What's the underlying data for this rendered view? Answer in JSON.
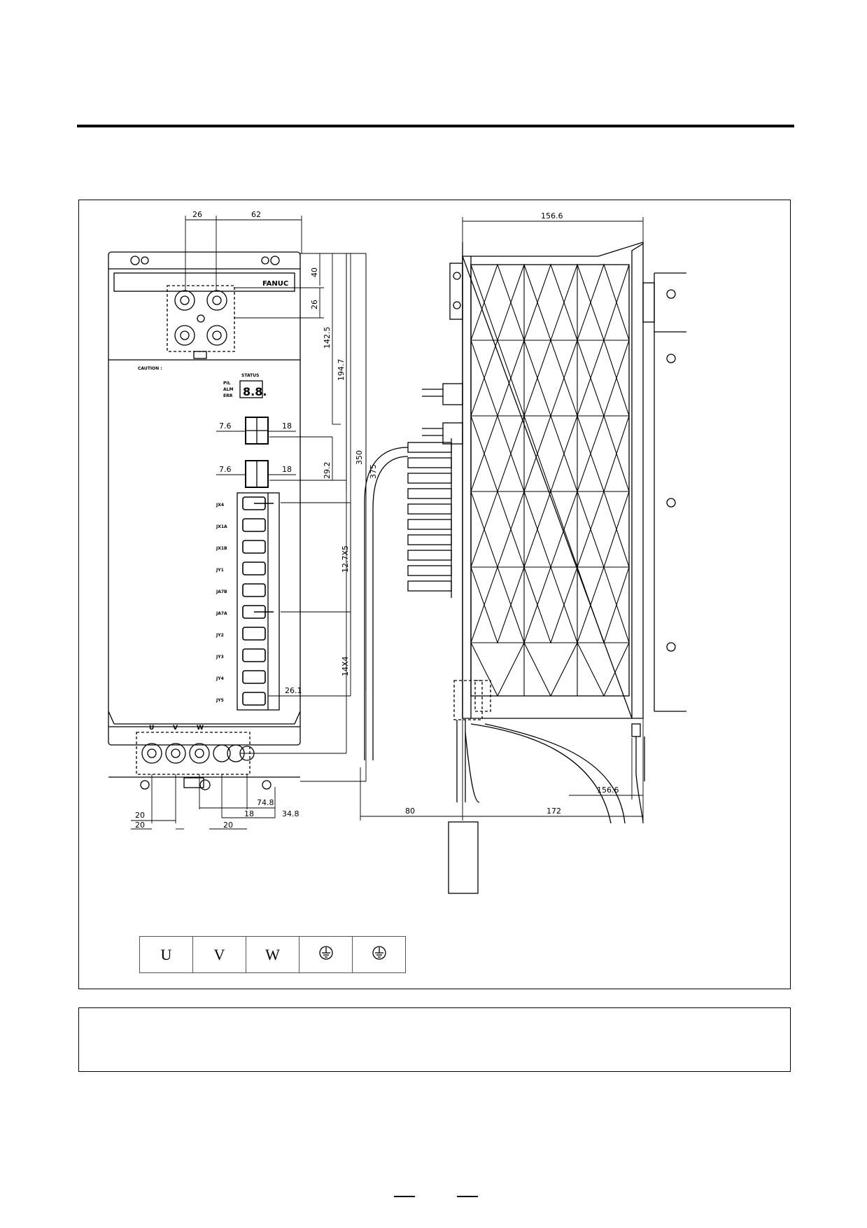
{
  "front_view": {
    "brand": "FANUC",
    "caution": "CAUTION :",
    "status_label": "STATUS",
    "led_labels": [
      "PIL",
      "ALM",
      "ERR"
    ],
    "status_digits": "8.8.",
    "dims": {
      "top_26": "26",
      "top_62": "62",
      "d40": "40",
      "d26v": "26",
      "d142_5": "142.5",
      "d194_7": "194.7",
      "d350": "350",
      "d375": "375",
      "d7_6a": "7.6",
      "d18a": "18",
      "d29_2": "29.2",
      "d7_6b": "7.6",
      "d18b": "18",
      "d12_7x5": "12.7X5",
      "d14x4": "14X4",
      "d26_1": "26.1",
      "d74_8": "74.8",
      "d34_8": "34.8",
      "d18c": "18",
      "d20a": "20",
      "d20b": "20",
      "d20c": "20"
    },
    "connector_labels": [
      "JX4",
      "JX1A",
      "JX1B",
      "JY1",
      "JA7B",
      "JA7A",
      "JY2",
      "JY3",
      "JY4",
      "JY5"
    ],
    "terminal_labels": [
      "U",
      "V",
      "W"
    ]
  },
  "side_view": {
    "dims": {
      "top_156_6": "156.6",
      "bottom_156_6": "156.6",
      "d80": "80",
      "d172": "172"
    }
  },
  "terminal_table": {
    "cells": [
      "U",
      "V",
      "W"
    ],
    "ground_icon": "ground-symbol-icon"
  }
}
